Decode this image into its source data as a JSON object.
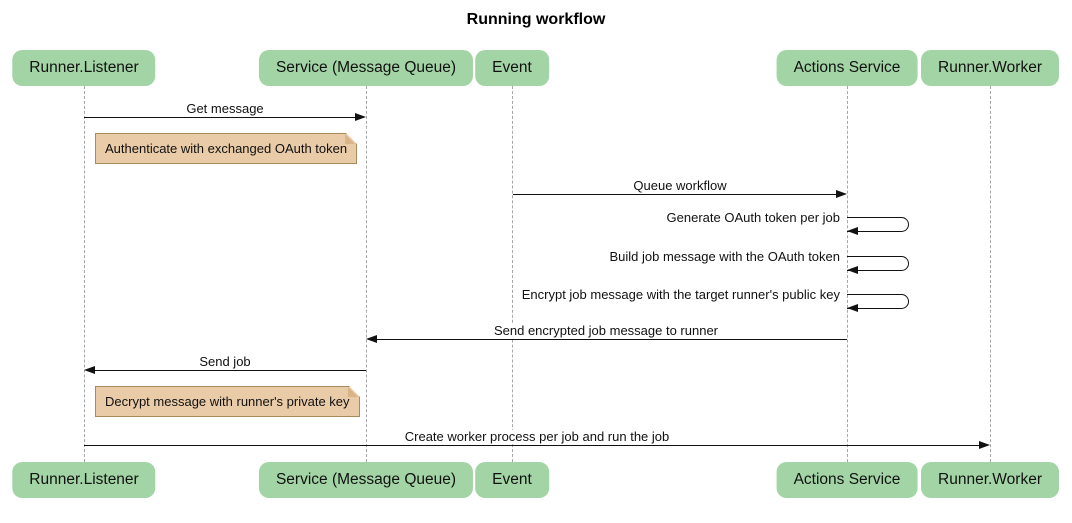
{
  "title": "Running workflow",
  "colors": {
    "participant_fill": "#a3d4a5",
    "note_fill": "#eacba7",
    "note_border": "#a98a5b",
    "lifeline": "#a6a6a6",
    "arrow": "#111111",
    "background": "#ffffff"
  },
  "participants": [
    {
      "label": "Runner.Listener"
    },
    {
      "label": "Service (Message Queue)"
    },
    {
      "label": "Event"
    },
    {
      "label": "Actions Service"
    },
    {
      "label": "Runner.Worker"
    }
  ],
  "sequence": [
    {
      "type": "message",
      "label": "Get message",
      "from": "Runner.Listener",
      "to": "Service (Message Queue)",
      "direction": "right"
    },
    {
      "type": "note",
      "label": "Authenticate with exchanged OAuth token",
      "anchor": "Runner.Listener"
    },
    {
      "type": "message",
      "label": "Queue workflow",
      "from": "Event",
      "to": "Actions Service",
      "direction": "right"
    },
    {
      "type": "self",
      "label": "Generate OAuth token per job",
      "on": "Actions Service"
    },
    {
      "type": "self",
      "label": "Build job message with the OAuth token",
      "on": "Actions Service"
    },
    {
      "type": "self",
      "label": "Encrypt job message with the target runner's public key",
      "on": "Actions Service"
    },
    {
      "type": "message",
      "label": "Send encrypted job message to runner",
      "from": "Actions Service",
      "to": "Service (Message Queue)",
      "direction": "left"
    },
    {
      "type": "message",
      "label": "Send job",
      "from": "Service (Message Queue)",
      "to": "Runner.Listener",
      "direction": "left"
    },
    {
      "type": "note",
      "label": "Decrypt message with runner's private key",
      "anchor": "Runner.Listener"
    },
    {
      "type": "message",
      "label": "Create worker process per job and run the job",
      "from": "Runner.Listener",
      "to": "Runner.Worker",
      "direction": "right"
    }
  ]
}
